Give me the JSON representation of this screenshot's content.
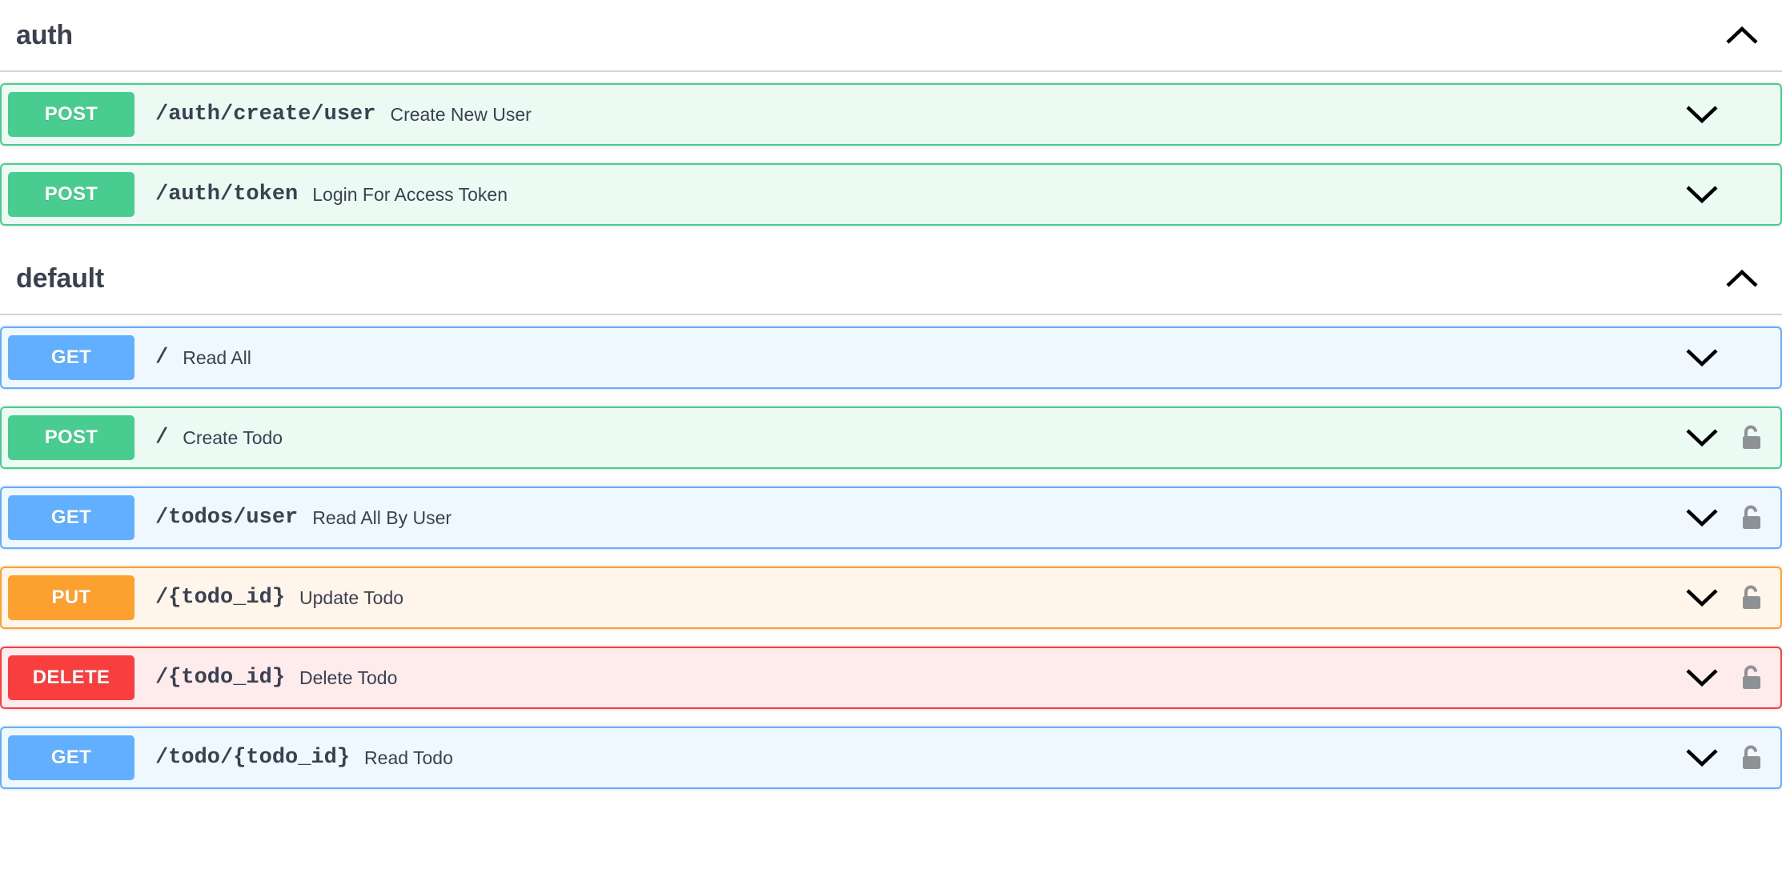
{
  "sections": [
    {
      "tag": "auth",
      "collapse_icon": "chevron-up-icon",
      "operations": [
        {
          "method": "POST",
          "method_class": "post",
          "path": "/auth/create/user",
          "description": "Create New User",
          "expand_icon": "chevron-down-icon",
          "has_auth": false,
          "auth_icon": ""
        },
        {
          "method": "POST",
          "method_class": "post",
          "path": "/auth/token",
          "description": "Login For Access Token",
          "expand_icon": "chevron-down-icon",
          "has_auth": false,
          "auth_icon": ""
        }
      ]
    },
    {
      "tag": "default",
      "collapse_icon": "chevron-up-icon",
      "operations": [
        {
          "method": "GET",
          "method_class": "get",
          "path": "/",
          "description": "Read All",
          "expand_icon": "chevron-down-icon",
          "has_auth": false,
          "auth_icon": ""
        },
        {
          "method": "POST",
          "method_class": "post",
          "path": "/",
          "description": "Create Todo",
          "expand_icon": "chevron-down-icon",
          "has_auth": true,
          "auth_icon": "unlock-icon"
        },
        {
          "method": "GET",
          "method_class": "get",
          "path": "/todos/user",
          "description": "Read All By User",
          "expand_icon": "chevron-down-icon",
          "has_auth": true,
          "auth_icon": "unlock-icon"
        },
        {
          "method": "PUT",
          "method_class": "put",
          "path": "/{todo_id}",
          "description": "Update Todo",
          "expand_icon": "chevron-down-icon",
          "has_auth": true,
          "auth_icon": "unlock-icon"
        },
        {
          "method": "DELETE",
          "method_class": "delete",
          "path": "/{todo_id}",
          "description": "Delete Todo",
          "expand_icon": "chevron-down-icon",
          "has_auth": true,
          "auth_icon": "unlock-icon"
        },
        {
          "method": "GET",
          "method_class": "get",
          "path": "/todo/{todo_id}",
          "description": "Read Todo",
          "expand_icon": "chevron-down-icon",
          "has_auth": true,
          "auth_icon": "unlock-icon"
        }
      ]
    }
  ],
  "colors": {
    "get": "#61affe",
    "post": "#49cc90",
    "put": "#fca130",
    "delete": "#f93e3e",
    "text": "#3b4151",
    "lock": "#8f9294"
  }
}
